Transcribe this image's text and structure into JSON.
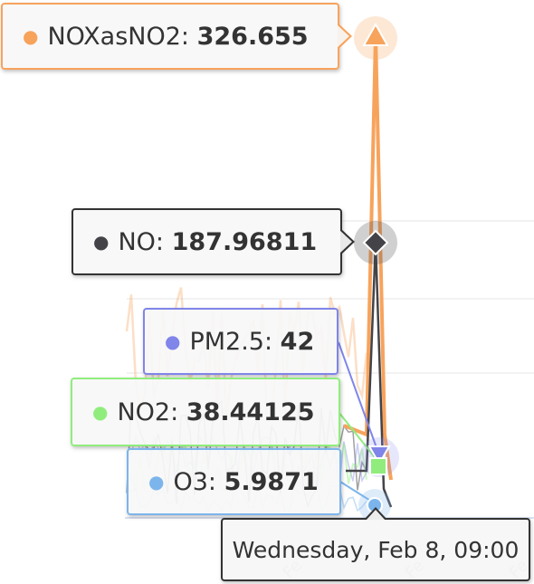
{
  "chart_data": {
    "type": "line",
    "hovered_time": "Wednesday, Feb 8, 09:00",
    "series": [
      {
        "name": "NOXasNO2",
        "color": "#f7a35c",
        "marker": "triangle-up",
        "value": "326.655"
      },
      {
        "name": "NO",
        "color": "#434348",
        "marker": "diamond",
        "value": "187.96811"
      },
      {
        "name": "PM2.5",
        "color": "#8085e9",
        "marker": "triangle-down",
        "value": "42"
      },
      {
        "name": "NO2",
        "color": "#90ed7d",
        "marker": "square",
        "value": "38.44125"
      },
      {
        "name": "O3",
        "color": "#7cb5ec",
        "marker": "circle",
        "value": "5.9871"
      }
    ],
    "x_tick_labels": [
      "Fe",
      "Fe",
      "Fe"
    ]
  }
}
